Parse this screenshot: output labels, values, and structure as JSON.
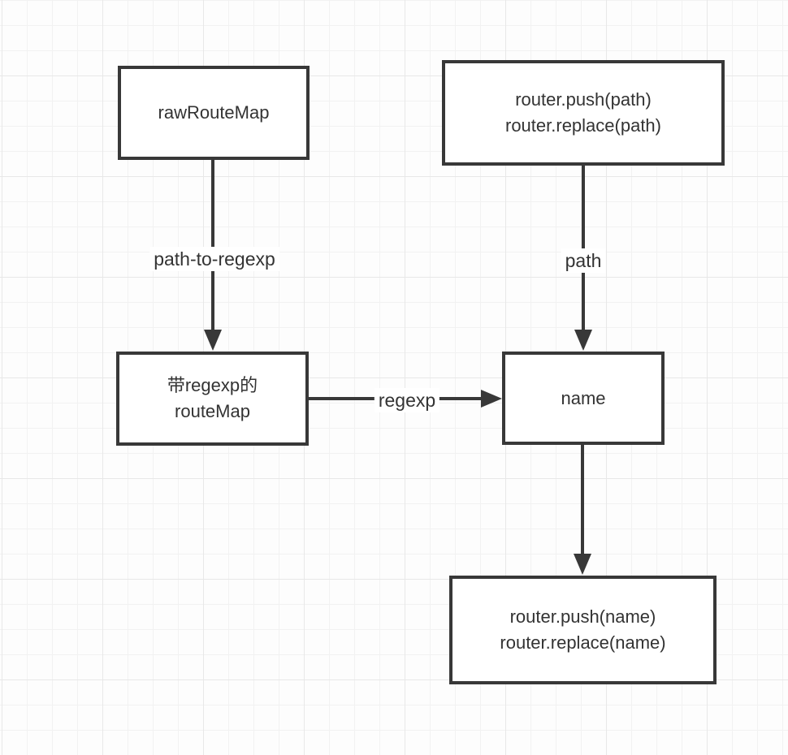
{
  "nodes": {
    "raw_route_map": {
      "line1": "rawRouteMap"
    },
    "router_call_path": {
      "line1": "router.push(path)",
      "line2": "router.replace(path)"
    },
    "regexp_route_map": {
      "line1": "带regexp的",
      "line2": "routeMap"
    },
    "name_node": {
      "line1": "name"
    },
    "router_call_name": {
      "line1": "router.push(name)",
      "line2": "router.replace(name)"
    }
  },
  "edge_labels": {
    "path_to_regexp": "path-to-regexp",
    "path": "path",
    "regexp": "regexp"
  },
  "colors": {
    "stroke": "#383838",
    "text": "#333333",
    "node_bg": "#ffffff",
    "canvas_bg": "#fdfdfd",
    "grid_minor": "#f2f2f2",
    "grid_major": "#e8e8e8"
  }
}
